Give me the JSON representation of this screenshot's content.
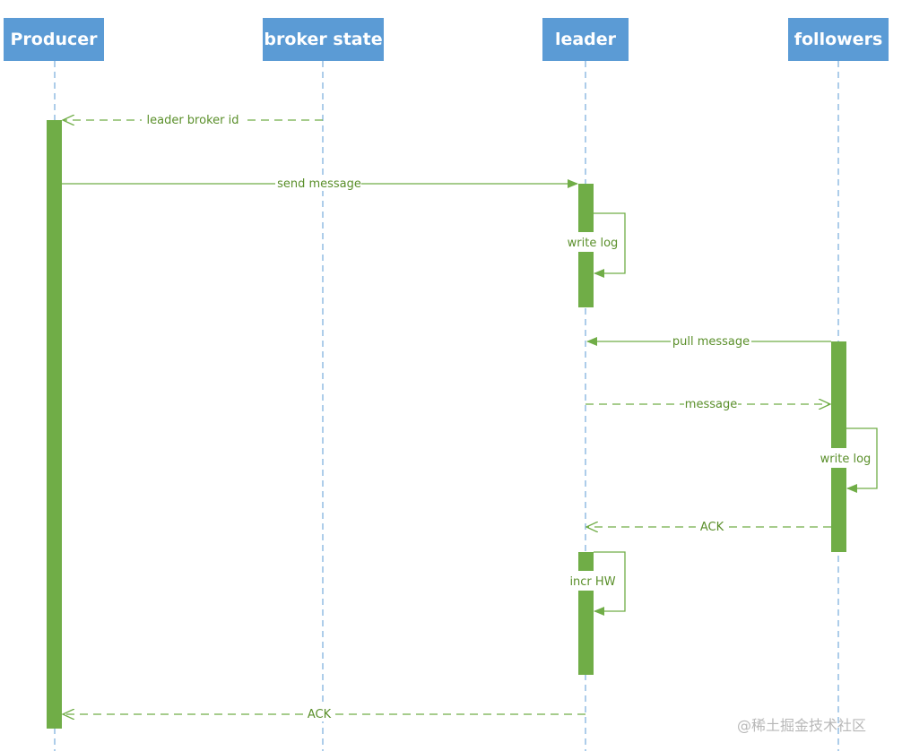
{
  "actors": [
    "Producer",
    "broker state",
    "leader",
    "followers"
  ],
  "messages": [
    {
      "label": "leader broker id",
      "style": "dashed"
    },
    {
      "label": "send message",
      "style": "solid"
    },
    {
      "label": "write log",
      "style": "self"
    },
    {
      "label": "pull message",
      "style": "solid"
    },
    {
      "label": "message",
      "style": "dashed"
    },
    {
      "label": "write log",
      "style": "self"
    },
    {
      "label": "ACK",
      "style": "dashed"
    },
    {
      "label": "incr HW",
      "style": "self"
    },
    {
      "label": "ACK",
      "style": "dashed"
    }
  ],
  "watermark": "@稀土掘金技术社区",
  "colors": {
    "actor_fill": "#5b9bd5",
    "lifeline": "#5b9bd5",
    "activation": "#70ad47",
    "message": "#70ad47",
    "label": "#5a8f2a"
  }
}
